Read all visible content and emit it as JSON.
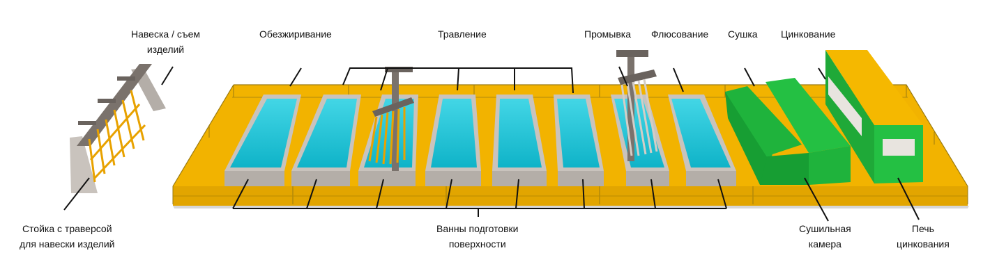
{
  "labels": {
    "hanging": {
      "line1": "Навеска / съем",
      "line2": "изделий"
    },
    "degreasing": "Обезжиривание",
    "pickling": "Травление",
    "rinsing": "Промывка",
    "fluxing": "Флюсование",
    "drying": "Сушка",
    "galvanizing": "Цинкование",
    "rack": {
      "line1": "Стойка с траверсой",
      "line2": "для навески изделий"
    },
    "baths": {
      "line1": "Ванны подготовки",
      "line2": "поверхности"
    },
    "dryer": {
      "line1": "Сушильная",
      "line2": "камера"
    },
    "furnace": {
      "line1": "Печь",
      "line2": "цинкования"
    }
  },
  "colors": {
    "platform": "#F2B300",
    "bath_liquid": "#12C3D6",
    "bath_wall": "#C9C3BD",
    "dryer": "#1FB33C",
    "furnace_top": "#F5B800",
    "steel": "#7A726C",
    "leader_line": "#111111"
  }
}
